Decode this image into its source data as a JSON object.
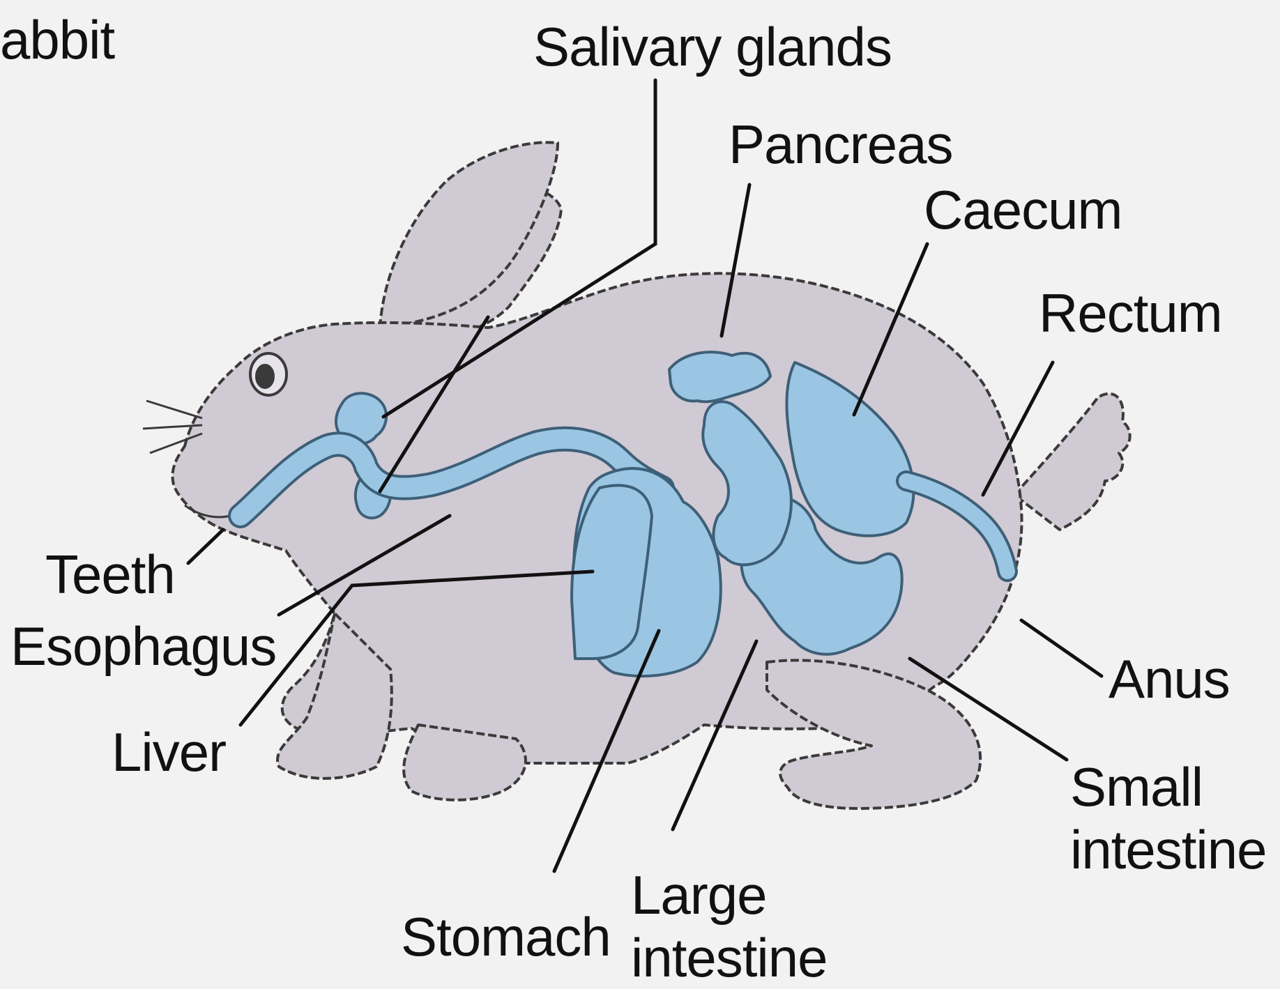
{
  "title": "abbit",
  "colors": {
    "background": "#f2f2f2",
    "body_fill": "#cfcad3",
    "body_stroke": "#3a3a3a",
    "organ_fill": "#9ac6e3",
    "organ_stroke": "#3e5f78",
    "leader": "#111111",
    "text": "#111111"
  },
  "labels": {
    "salivary_glands": "Salivary glands",
    "pancreas": "Pancreas",
    "caecum": "Caecum",
    "rectum": "Rectum",
    "teeth": "Teeth",
    "esophagus": "Esophagus",
    "liver": "Liver",
    "anus": "Anus",
    "small_intestine_1": "Small",
    "small_intestine_2": "intestine",
    "stomach": "Stomach",
    "large_intestine_1": "Large",
    "large_intestine_2": "intestine"
  }
}
